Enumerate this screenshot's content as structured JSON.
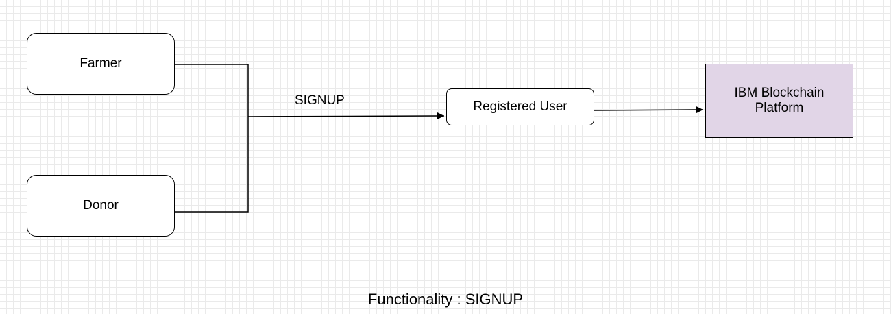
{
  "colors": {
    "line": "#000000",
    "node_fill": "#ffffff",
    "platform_fill": "#e1d5e7"
  },
  "nodes": {
    "farmer": "Farmer",
    "donor": "Donor",
    "registered_user": "Registered User",
    "platform": "IBM Blockchain Platform"
  },
  "edges": {
    "signup_label": "SIGNUP"
  },
  "caption": "Functionality : SIGNUP"
}
